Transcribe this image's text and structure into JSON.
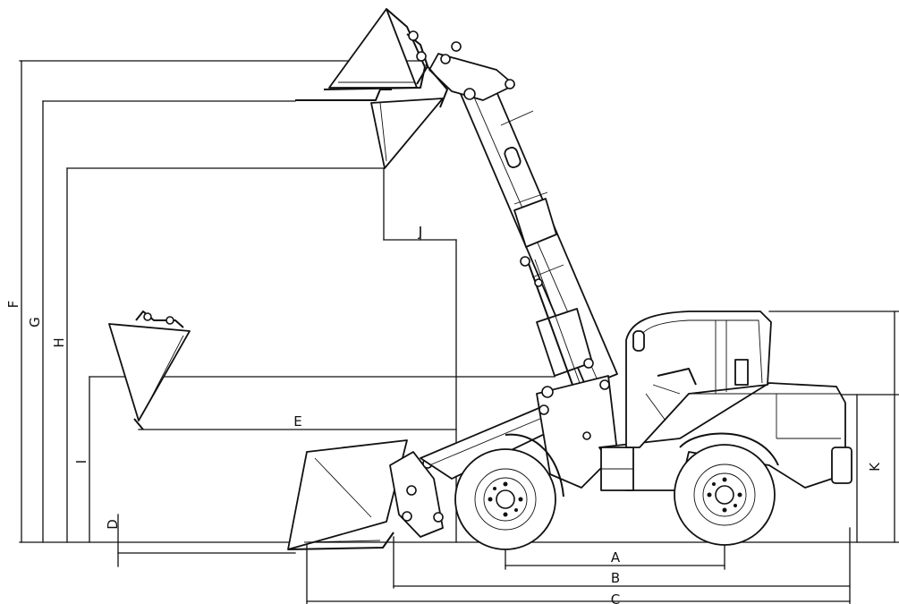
{
  "diagram": {
    "dimension_labels": {
      "A": "A",
      "B": "B",
      "C": "C",
      "D": "D",
      "E": "E",
      "F": "F",
      "G": "G",
      "H": "H",
      "I": "I",
      "J": "J",
      "K": "K"
    }
  }
}
